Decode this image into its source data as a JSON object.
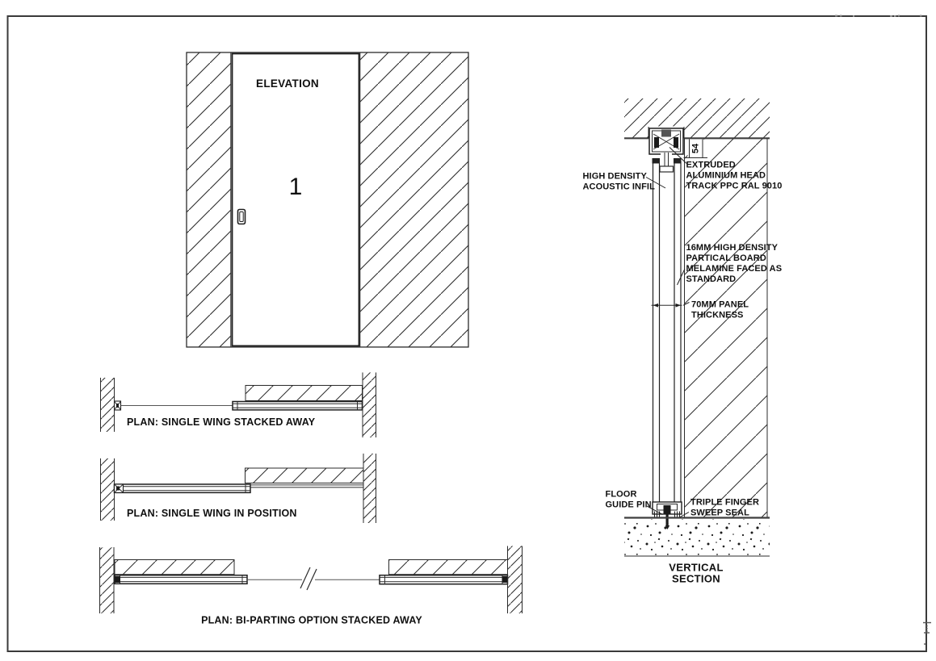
{
  "drawing": {
    "elevation": {
      "title": "ELEVATION",
      "panel_number": "1"
    },
    "plans": {
      "single_stacked": {
        "caption": "PLAN: SINGLE WING STACKED AWAY"
      },
      "single_in_position": {
        "caption": "PLAN: SINGLE WING IN POSITION"
      },
      "bi_parting": {
        "caption": "PLAN: BI-PARTING OPTION STACKED AWAY"
      }
    },
    "vertical_section": {
      "caption": {
        "line1": "VERTICAL",
        "line2": "SECTION"
      },
      "head_dimension": "54",
      "annotations": {
        "acoustic_infil": {
          "line1": "HIGH DENSITY",
          "line2": "ACOUSTIC INFIL"
        },
        "head_track": {
          "line1": "EXTRUDED",
          "line2": "ALUMINIUM HEAD",
          "line3": "TRACK PPC RAL 9010"
        },
        "particle_board": {
          "line1": "16MM HIGH DENSITY",
          "line2": "PARTICAL BOARD",
          "line3": "MELAMINE FACED AS",
          "line4": "STANDARD"
        },
        "panel_thickness": {
          "line1": "70MM PANEL",
          "line2": "THICKNESS"
        },
        "floor_guide_pin": {
          "line1": "FLOOR",
          "line2": "GUIDE PIN"
        },
        "sweep_seal": {
          "line1": "TRIPLE FINGER",
          "line2": "SWEEP SEAL"
        }
      }
    },
    "colors": {
      "line": "#2b2b2b",
      "text": "#101010",
      "border": "#3a3a3a",
      "background": "#ffffff"
    }
  }
}
